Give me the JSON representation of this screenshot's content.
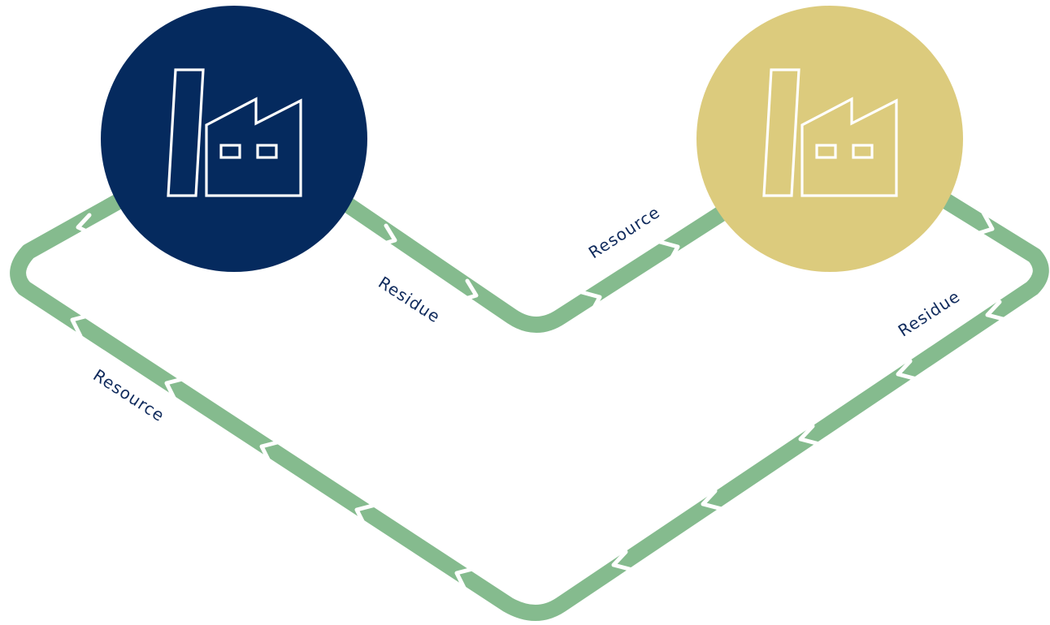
{
  "colors": {
    "flow": "#85bb8e",
    "factory_a": "#052a5e",
    "factory_b": "#dccb7d",
    "label_text": "#0f2a5c"
  },
  "nodes": [
    {
      "id": "factory-a",
      "icon": "factory-icon"
    },
    {
      "id": "factory-b",
      "icon": "factory-icon"
    }
  ],
  "labels": {
    "residue_a_to_b": "Residue",
    "resource_a_to_b": "Resource",
    "residue_b_to_a": "Residue",
    "resource_b_to_a": "Resource"
  }
}
